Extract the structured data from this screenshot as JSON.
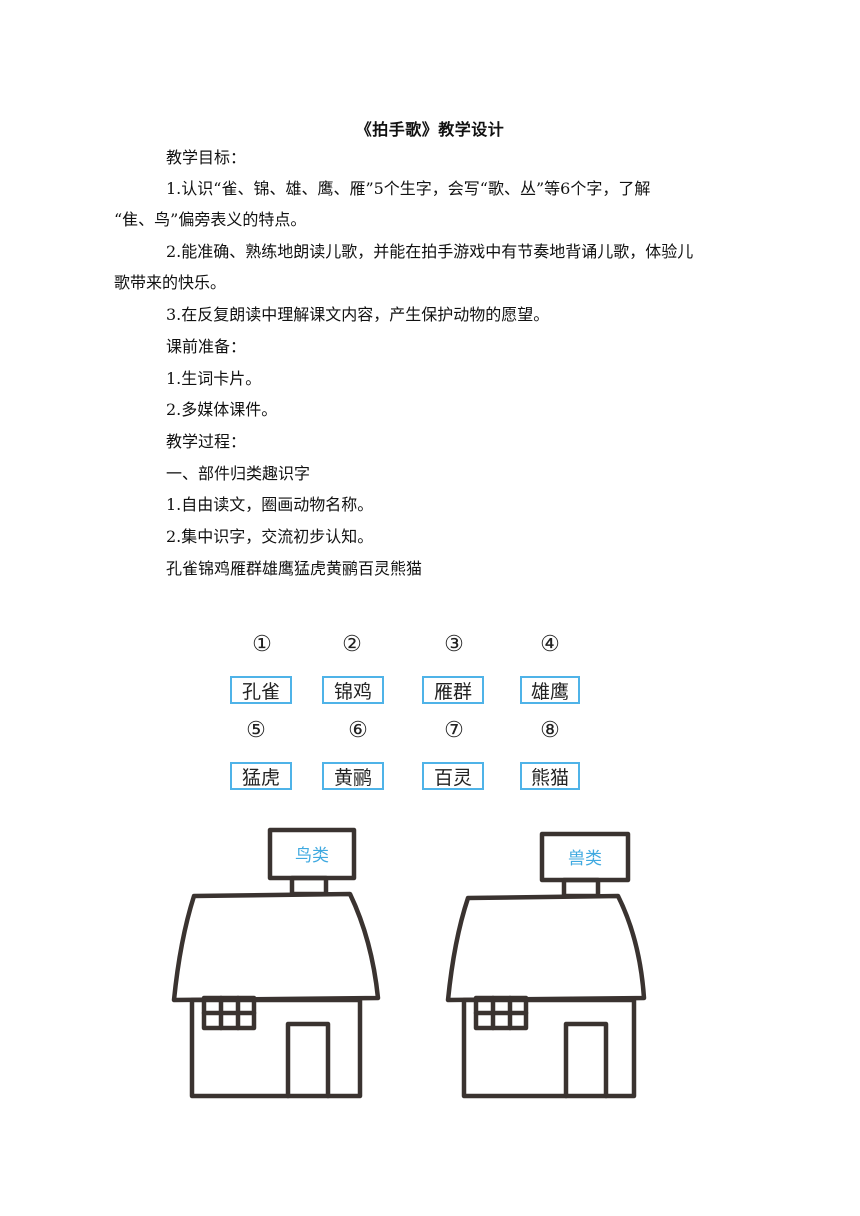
{
  "title": "《拍手歌》教学设计",
  "lines": [
    "教学目标：",
    "1.认识“雀、锦、雄、鹰、雁”5个生字，会写“歌、丛”等6个字，了解",
    "“隹、鸟”偏旁表义的特点。",
    "2.能准确、熟练地朗读儿歌，并能在拍手游戏中有节奏地背诵儿歌，体验儿",
    "歌带来的快乐。",
    "3.在反复朗读中理解课文内容，产生保护动物的愿望。",
    "课前准备：",
    "1.生词卡片。",
    "2.多媒体课件。",
    "教学过程：",
    "一、部件归类趣识字",
    "1.自由读文，圈画动物名称。",
    "2.集中识字，交流初步认知。",
    "孔雀锦鸡雁群雄鹰猛虎黄鹂百灵熊猫"
  ],
  "cards": [
    {
      "num": "①",
      "word": "孔雀"
    },
    {
      "num": "②",
      "word": "锦鸡"
    },
    {
      "num": "③",
      "word": "雁群"
    },
    {
      "num": "④",
      "word": "雄鹰"
    },
    {
      "num": "⑤",
      "word": "猛虎"
    },
    {
      "num": "⑥",
      "word": "黄鹂"
    },
    {
      "num": "⑦",
      "word": "百灵"
    },
    {
      "num": "⑧",
      "word": "熊猫"
    }
  ],
  "houses": [
    {
      "sign": "鸟类"
    },
    {
      "sign": "兽类"
    }
  ],
  "colors": {
    "card_border": "#4fb3e8",
    "sign_text": "#3fa9e0",
    "house_stroke": "#3a3330"
  }
}
